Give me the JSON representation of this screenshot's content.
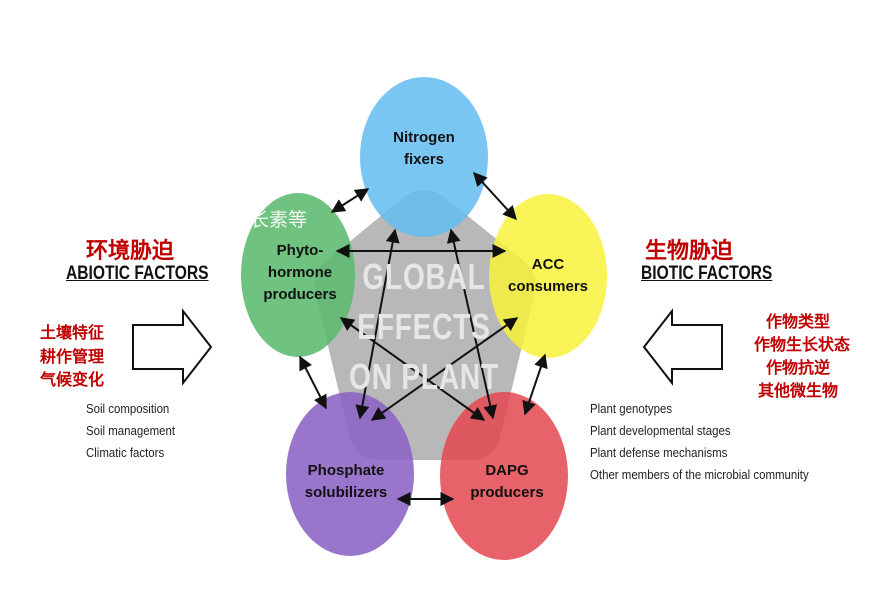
{
  "center": {
    "line1": "GLOBAL",
    "line2": "EFFECTS",
    "line3": "ON PLANT"
  },
  "circles": {
    "nitrogen": {
      "line1": "Nitrogen",
      "line2": "fixers",
      "color": "#66bdf0"
    },
    "phyto": {
      "line1": "Phyto-",
      "line2": "hormone",
      "line3": "producers",
      "overlay_cn": "长素等",
      "color": "#5cba6e"
    },
    "acc": {
      "line1": "ACC",
      "line2": "consumers",
      "color": "#f7f23a"
    },
    "phosphate": {
      "line1": "Phosphate",
      "line2": "solubilizers",
      "color": "#8b62c4"
    },
    "dapg": {
      "line1": "DAPG",
      "line2": "producers",
      "color": "#e44650"
    }
  },
  "abiotic": {
    "title_cn": "环境胁迫",
    "title_en": "ABIOTIC FACTORS",
    "cn_items": [
      "土壤特征",
      "耕作管理",
      "气候变化"
    ],
    "items": [
      "Soil composition",
      "Soil management",
      "Climatic factors"
    ]
  },
  "biotic": {
    "title_cn": "生物胁迫",
    "title_en": "BIOTIC FACTORS",
    "cn_items": [
      "作物类型",
      "作物生长状态",
      "作物抗逆",
      "其他微生物"
    ],
    "items": [
      "Plant genotypes",
      "Plant developmental stages",
      "Plant defense mechanisms",
      "Other members of the microbial community"
    ]
  },
  "colors": {
    "red_text": "#c00000",
    "pentagon": "#b8b8b8"
  }
}
